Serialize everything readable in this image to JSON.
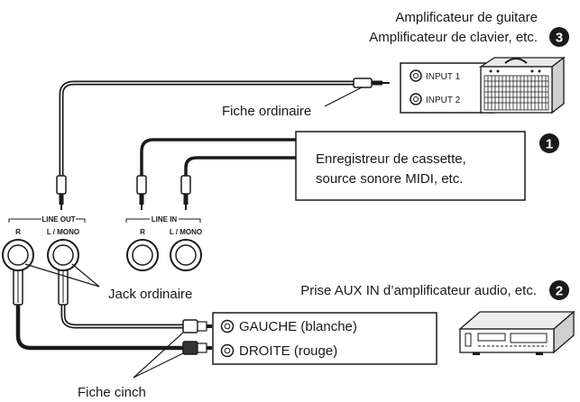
{
  "guitar_amp": {
    "line1": "Amplificateur de guitare",
    "line2": "Amplificateur de clavier, etc.",
    "number": "3",
    "input1": "INPUT 1",
    "input2": "INPUT 2"
  },
  "standard_plug_label": "Fiche ordinaire",
  "recorder": {
    "line1": "Enregistreur de cassette,",
    "line2": "source sonore MIDI, etc.",
    "number": "1"
  },
  "line_out": {
    "label": "LINE OUT",
    "r": "R",
    "l_mono": "L / MONO"
  },
  "line_in": {
    "label": "LINE IN",
    "r": "R",
    "l_mono": "L / MONO"
  },
  "standard_jack_label": "Jack ordinaire",
  "aux_in": {
    "label": "Prise AUX IN d’amplificateur audio, etc.",
    "number": "2",
    "left_prefix": "GAUCHE",
    "left_suffix": "(blanche)",
    "right_prefix": "DROITE",
    "right_suffix": "(rouge)"
  },
  "rca_plug_label": "Fiche cinch"
}
